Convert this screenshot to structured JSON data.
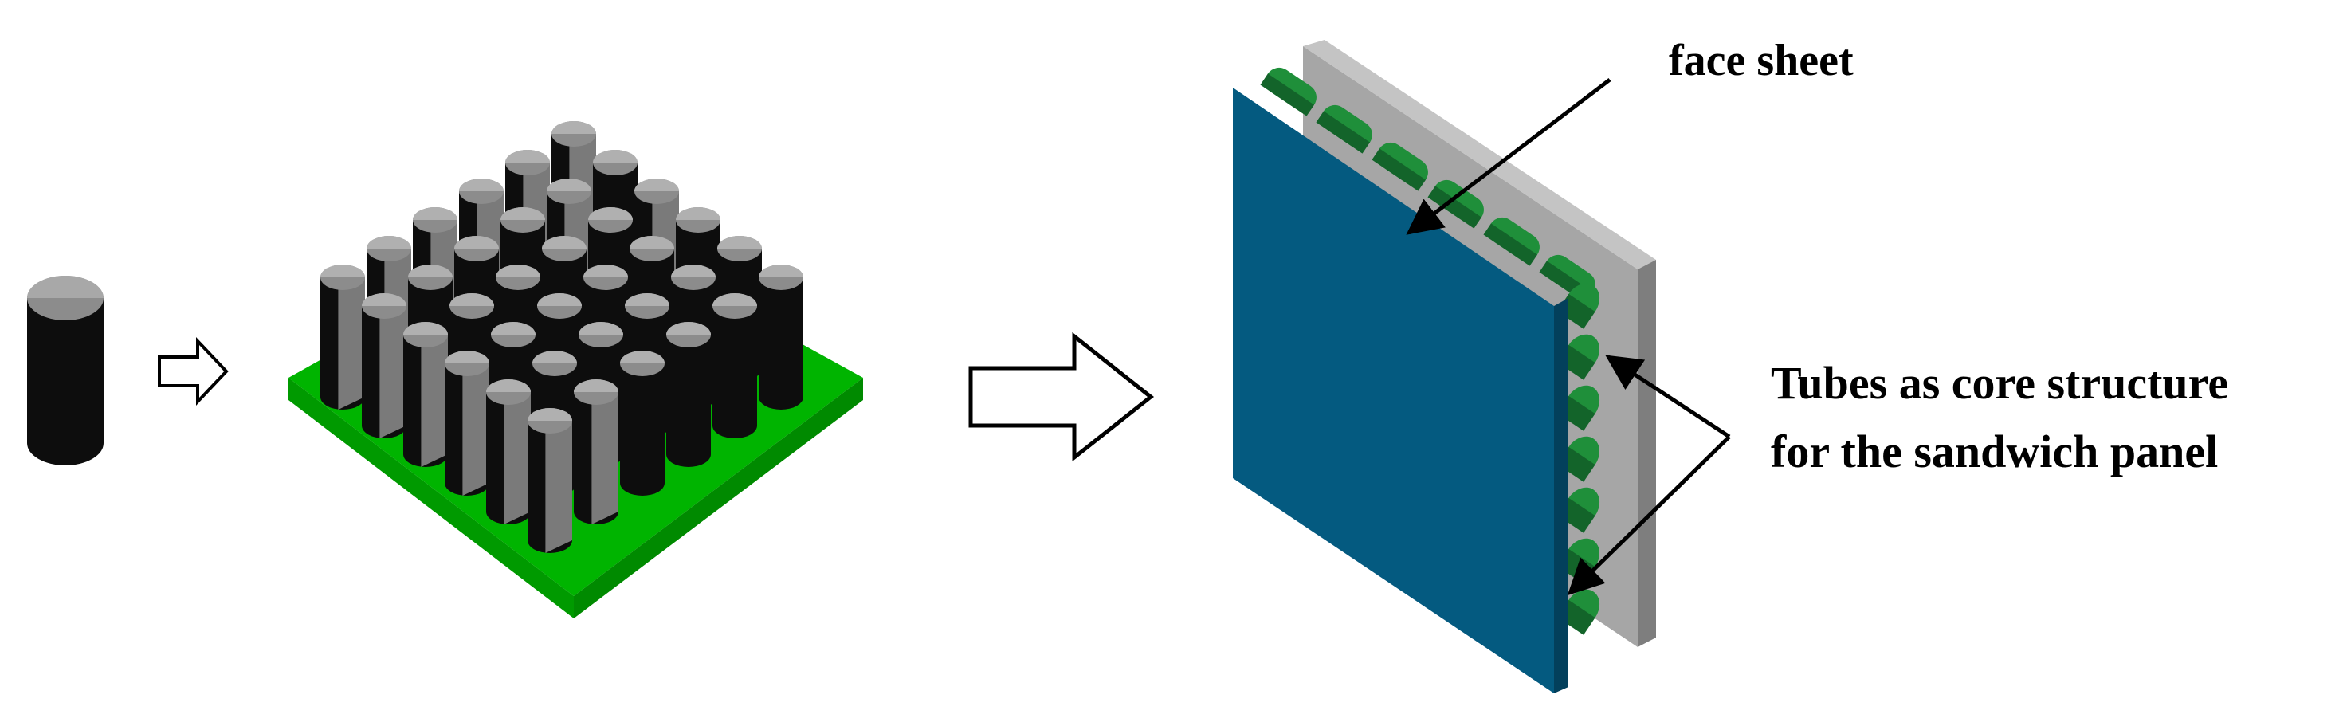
{
  "labels": {
    "face_sheet": "face sheet",
    "tubes_line1": "Tubes as core structure",
    "tubes_line2": "for the sandwich panel"
  },
  "colors": {
    "tube_black": "#0d0d0d",
    "tube_cap_gray": "#8c8c8c",
    "base_green": "#00b400",
    "face_sheet_blue": "#045a80",
    "back_sheet_gray": "#a6a6a6",
    "core_tube_green": "#1f8f3a",
    "arrow_stroke": "#000000"
  },
  "icons": [
    "single-tube-icon",
    "tube-array-icon",
    "small-right-arrow-icon",
    "large-right-arrow-icon",
    "sandwich-panel-icon"
  ]
}
